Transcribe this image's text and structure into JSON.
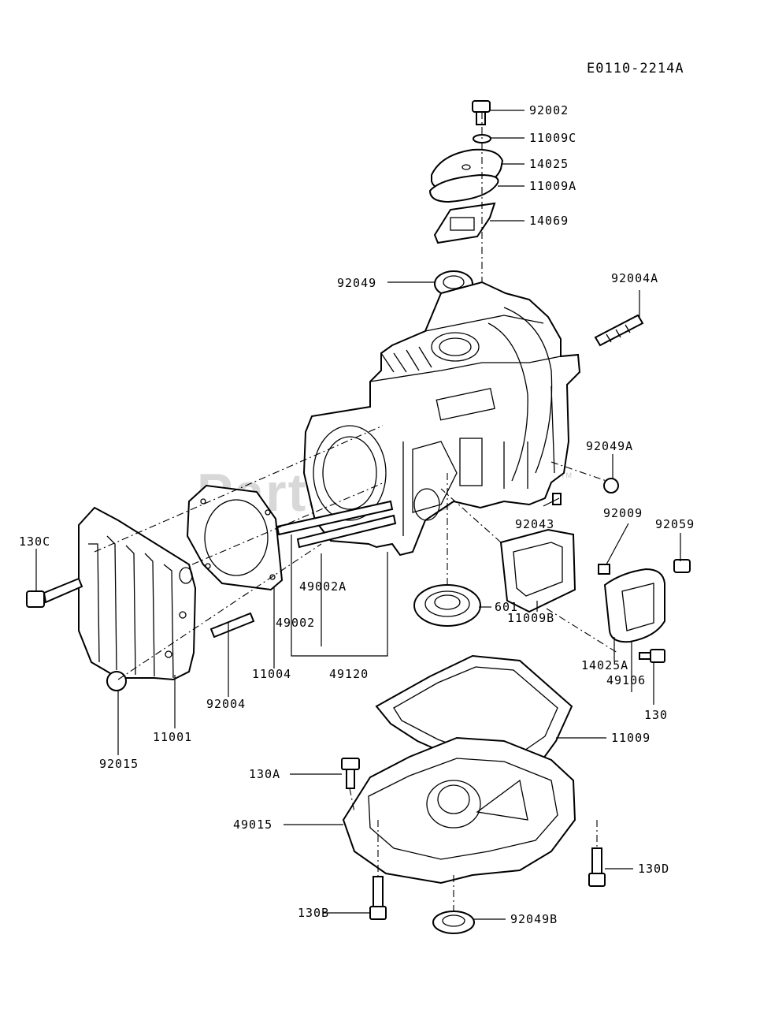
{
  "diagram_ref": "E0110-2214A",
  "watermark": "PartsTree",
  "watermark_tm": "TM",
  "part_labels": [
    {
      "id": "92002",
      "text": "92002"
    },
    {
      "id": "11009C",
      "text": "11009C"
    },
    {
      "id": "14025",
      "text": "14025"
    },
    {
      "id": "11009A",
      "text": "11009A"
    },
    {
      "id": "14069",
      "text": "14069"
    },
    {
      "id": "92049",
      "text": "92049"
    },
    {
      "id": "92004A",
      "text": "92004A"
    },
    {
      "id": "92049A",
      "text": "92049A"
    },
    {
      "id": "92043",
      "text": "92043"
    },
    {
      "id": "92009",
      "text": "92009"
    },
    {
      "id": "92059",
      "text": "92059"
    },
    {
      "id": "130C",
      "text": "130C"
    },
    {
      "id": "49002A",
      "text": "49002A"
    },
    {
      "id": "49002",
      "text": "49002"
    },
    {
      "id": "601",
      "text": "601"
    },
    {
      "id": "11009B",
      "text": "11009B"
    },
    {
      "id": "11004",
      "text": "11004"
    },
    {
      "id": "49120",
      "text": "49120"
    },
    {
      "id": "14025A",
      "text": "14025A"
    },
    {
      "id": "49106",
      "text": "49106"
    },
    {
      "id": "130",
      "text": "130"
    },
    {
      "id": "92004",
      "text": "92004"
    },
    {
      "id": "11001",
      "text": "11001"
    },
    {
      "id": "92015",
      "text": "92015"
    },
    {
      "id": "11009",
      "text": "11009"
    },
    {
      "id": "130A",
      "text": "130A"
    },
    {
      "id": "49015",
      "text": "49015"
    },
    {
      "id": "130D",
      "text": "130D"
    },
    {
      "id": "130B",
      "text": "130B"
    },
    {
      "id": "92049B",
      "text": "92049B"
    }
  ]
}
